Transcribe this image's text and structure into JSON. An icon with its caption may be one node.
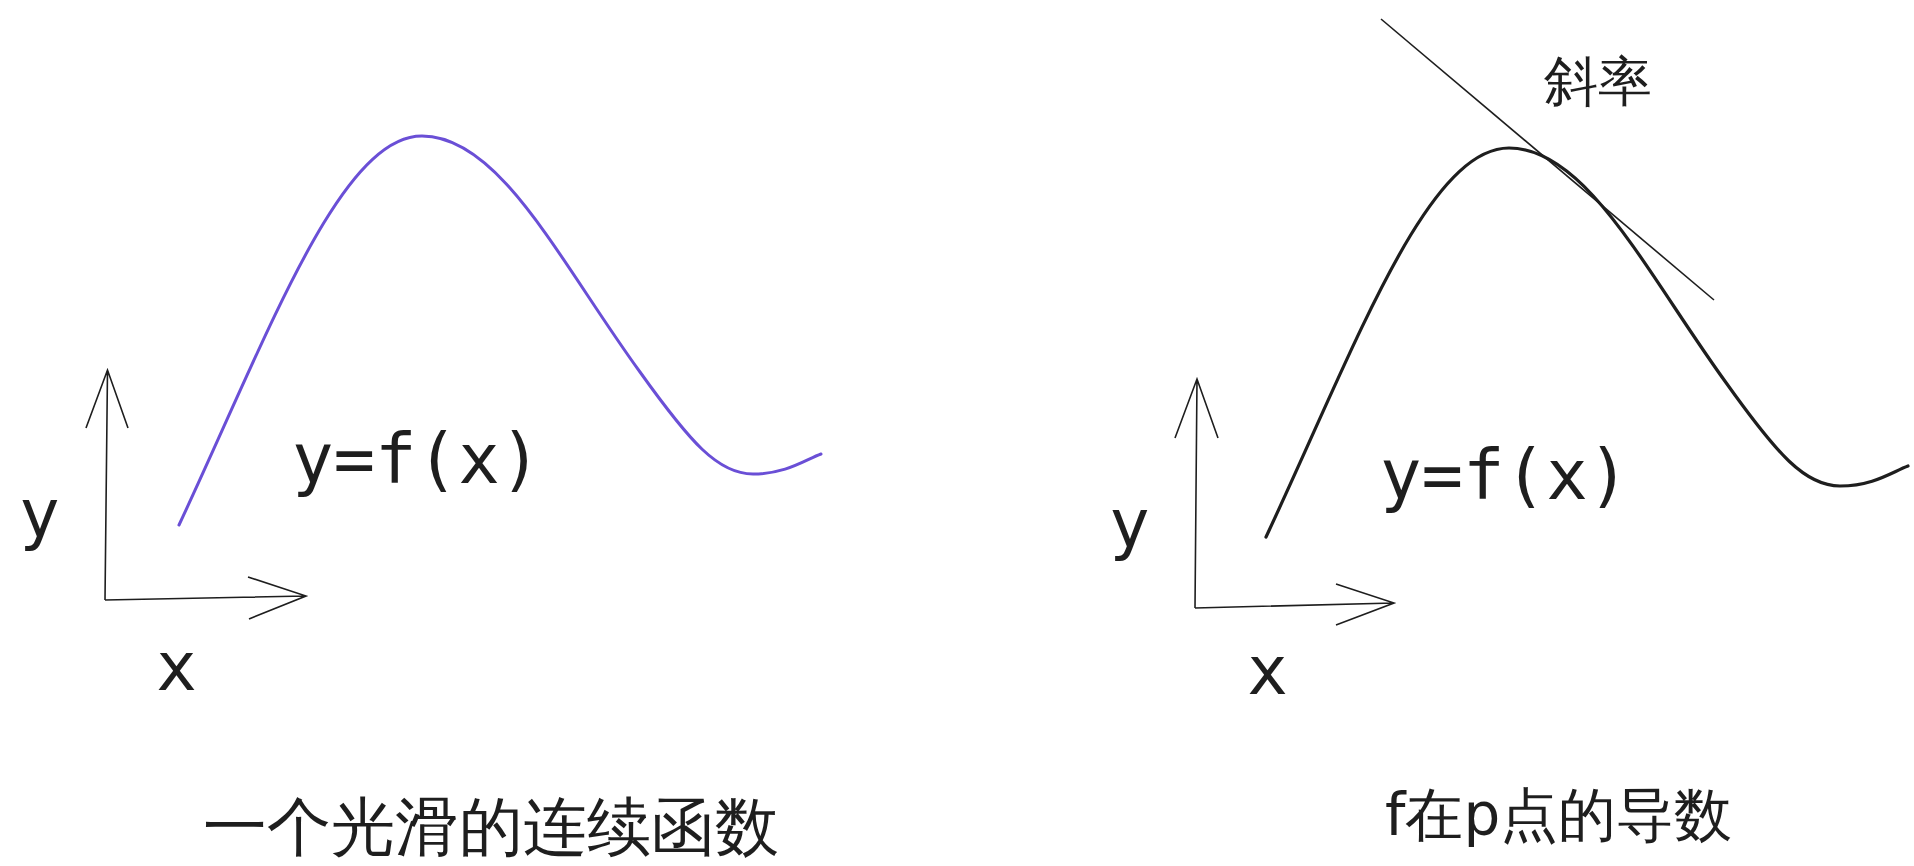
{
  "diagram": {
    "labels": [
      "y=f(x)",
      "y",
      "x",
      "一个光滑的连续函数",
      "斜率",
      "y=f(x)",
      "y",
      "x",
      "f在p点的导数"
    ]
  }
}
